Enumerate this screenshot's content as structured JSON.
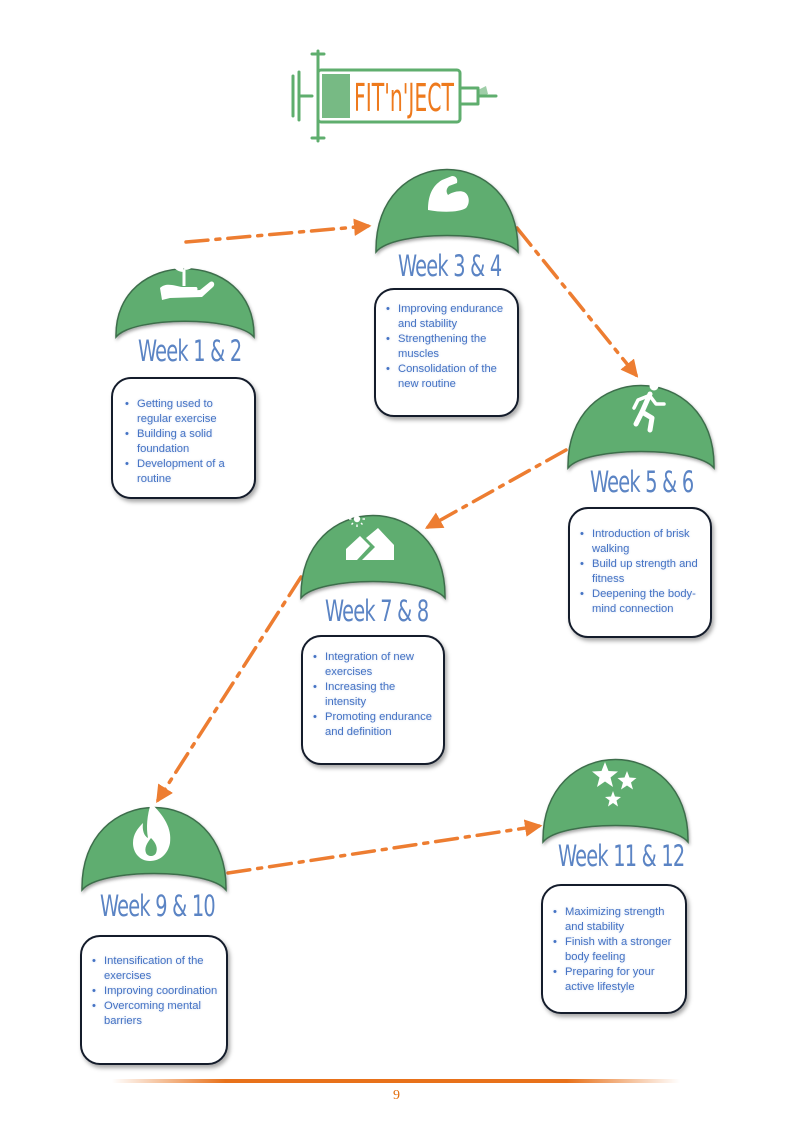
{
  "logo": {
    "text": "FIT'n'JECT",
    "color_green": "#5fae6e",
    "color_orange": "#ee7a1d"
  },
  "colors": {
    "dome": "#5fad70",
    "dome_edge": "#3e6e4c",
    "title": "#5b84c4",
    "bullet_text": "#4472c4",
    "arrow": "#ed7d31",
    "card_border": "#141c2b"
  },
  "weeks": [
    {
      "title": "Week 1 & 2",
      "icon": "plant-in-hand-icon",
      "bullets": [
        "Getting used to regular exercise",
        "Building a solid foundation",
        "Development of a routine"
      ]
    },
    {
      "title": "Week 3 & 4",
      "icon": "flexed-arm-icon",
      "bullets": [
        "Improving endurance and stability",
        "Strengthening the muscles",
        "Consolidation of the new routine"
      ]
    },
    {
      "title": "Week 5 & 6",
      "icon": "runner-icon",
      "bullets": [
        "Introduction of brisk walking",
        "Build up strength and fitness",
        "Deepening the body-mind connection"
      ]
    },
    {
      "title": "Week 7 & 8",
      "icon": "mountain-sun-icon",
      "bullets": [
        "Integration of new exercises",
        "Increasing the intensity",
        "Promoting endurance and definition"
      ]
    },
    {
      "title": "Week 9 & 10",
      "icon": "flame-icon",
      "bullets": [
        "Intensification of the exercises",
        "Improving coordination",
        "Overcoming mental barriers"
      ]
    },
    {
      "title": "Week 11 & 12",
      "icon": "stars-icon",
      "bullets": [
        "Maximizing strength and stability",
        "Finish with a stronger body feeling",
        "Preparing for your active lifestyle"
      ]
    }
  ],
  "page_number": "9"
}
